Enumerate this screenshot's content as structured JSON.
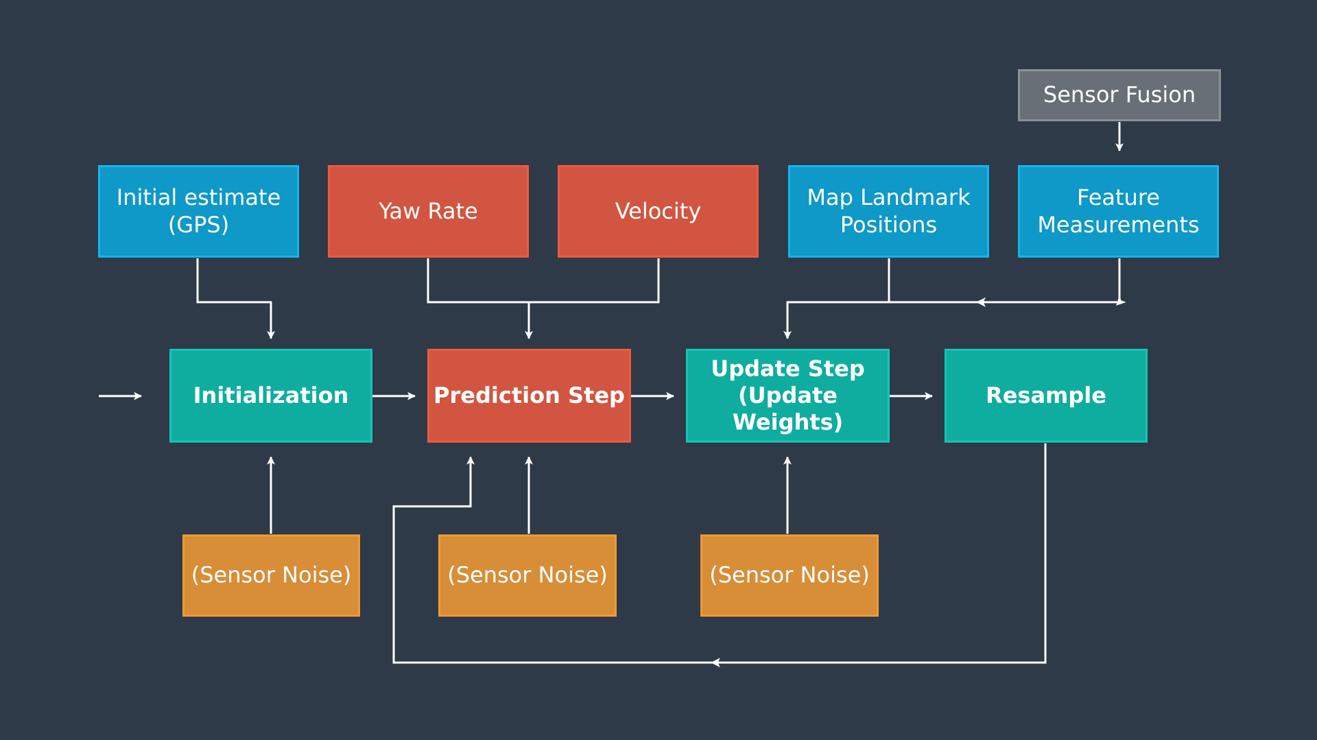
{
  "diagram": {
    "colors": {
      "background": "#2e3a48",
      "input_blue": "#0e99c8",
      "control_red": "#d15540",
      "process_teal": "#0fada0",
      "noise_orange": "#d88d37",
      "source_gray": "#686f76",
      "arrow": "#ffffff"
    },
    "nodes": {
      "sensor_fusion": "Sensor Fusion",
      "initial_estimate": "Initial estimate\n(GPS)",
      "yaw_rate": "Yaw Rate",
      "velocity": "Velocity",
      "map_landmarks": "Map Landmark\nPositions",
      "feature_measurements": "Feature\nMeasurements",
      "initialization": "Initialization",
      "prediction_step": "Prediction Step",
      "update_step": "Update Step\n(Update Weights)",
      "resample": "Resample",
      "noise_init": "(Sensor Noise)",
      "noise_prediction": "(Sensor Noise)",
      "noise_update": "(Sensor Noise)"
    }
  }
}
